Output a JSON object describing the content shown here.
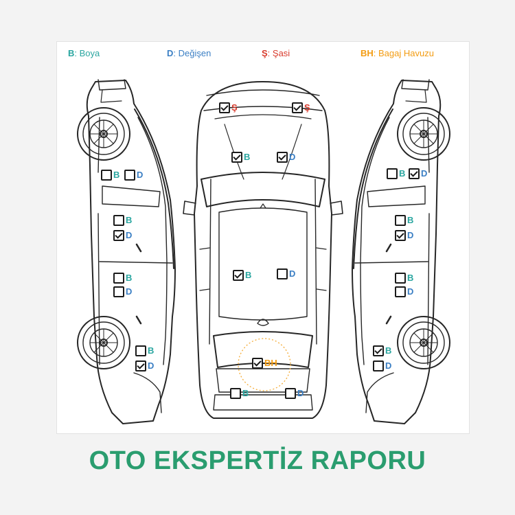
{
  "colors": {
    "boya": "#2aa6a0",
    "degisen": "#3b7fc4",
    "sasi": "#d83a2c",
    "bagaj": "#f39c12",
    "title": "#2a9d6f",
    "line": "#262626"
  },
  "legend": {
    "boya": {
      "key": "B",
      "text": ": Boya"
    },
    "degisen": {
      "key": "D",
      "text": ": Değişen"
    },
    "sasi": {
      "key": "Ş",
      "text": ": Şasi"
    },
    "bagaj": {
      "key": "BH",
      "text": ": Bagaj Havuzu"
    }
  },
  "markers": [
    {
      "id": "roof-left-sasi",
      "letter": "Ş",
      "type": "sasi",
      "checked": true
    },
    {
      "id": "roof-right-sasi",
      "letter": "Ş",
      "type": "sasi",
      "checked": true
    },
    {
      "id": "hood-boya",
      "letter": "B",
      "type": "boya",
      "checked": true
    },
    {
      "id": "hood-degisen",
      "letter": "D",
      "type": "degisen",
      "checked": true
    },
    {
      "id": "top-center-boya",
      "letter": "B",
      "type": "boya",
      "checked": true
    },
    {
      "id": "top-center-degisen",
      "letter": "D",
      "type": "degisen",
      "checked": false
    },
    {
      "id": "trunk-bagaj",
      "letter": "BH",
      "type": "bagaj",
      "checked": true
    },
    {
      "id": "rear-bumper-boya",
      "letter": "B",
      "type": "boya",
      "checked": false
    },
    {
      "id": "rear-bumper-degisen",
      "letter": "D",
      "type": "degisen",
      "checked": false
    },
    {
      "id": "left-front-fender-boya",
      "letter": "B",
      "type": "boya",
      "checked": false
    },
    {
      "id": "left-front-fender-degisen",
      "letter": "D",
      "type": "degisen",
      "checked": false
    },
    {
      "id": "left-front-door-boya",
      "letter": "B",
      "type": "boya",
      "checked": false
    },
    {
      "id": "left-front-door-degisen",
      "letter": "D",
      "type": "degisen",
      "checked": true
    },
    {
      "id": "left-rear-door-boya",
      "letter": "B",
      "type": "boya",
      "checked": false
    },
    {
      "id": "left-rear-door-degisen",
      "letter": "D",
      "type": "degisen",
      "checked": false
    },
    {
      "id": "left-rear-fender-boya",
      "letter": "B",
      "type": "boya",
      "checked": false
    },
    {
      "id": "left-rear-fender-degisen",
      "letter": "D",
      "type": "degisen",
      "checked": true
    },
    {
      "id": "right-front-fender-boya",
      "letter": "B",
      "type": "boya",
      "checked": false
    },
    {
      "id": "right-front-fender-degisen",
      "letter": "D",
      "type": "degisen",
      "checked": true
    },
    {
      "id": "right-front-door-boya",
      "letter": "B",
      "type": "boya",
      "checked": false
    },
    {
      "id": "right-front-door-degisen",
      "letter": "D",
      "type": "degisen",
      "checked": true
    },
    {
      "id": "right-rear-door-boya",
      "letter": "B",
      "type": "boya",
      "checked": false
    },
    {
      "id": "right-rear-door-degisen",
      "letter": "D",
      "type": "degisen",
      "checked": false
    },
    {
      "id": "right-rear-fender-boya",
      "letter": "B",
      "type": "boya",
      "checked": true
    },
    {
      "id": "right-rear-fender-degisen",
      "letter": "D",
      "type": "degisen",
      "checked": false
    }
  ],
  "title": "OTO EKSPERTİZ RAPORU"
}
